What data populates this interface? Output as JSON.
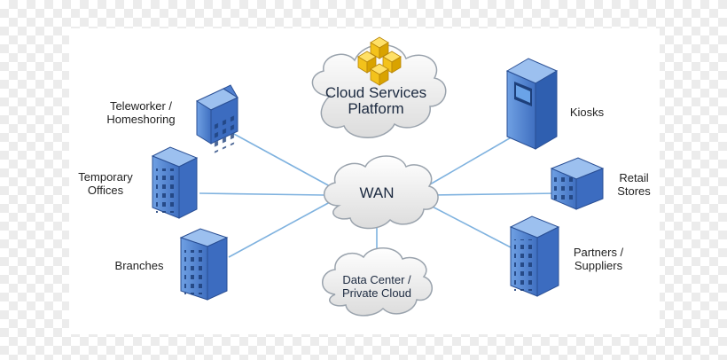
{
  "center": {
    "label": "WAN"
  },
  "top_cloud": {
    "label": "Cloud Services\nPlatform"
  },
  "bottom_cloud": {
    "label": "Data Center /\nPrivate Cloud"
  },
  "left_nodes": [
    {
      "label": "Teleworker /\nHomeshoring"
    },
    {
      "label": "Temporary\nOffices"
    },
    {
      "label": "Branches"
    }
  ],
  "right_nodes": [
    {
      "label": "Kiosks"
    },
    {
      "label": "Retail\nStores"
    },
    {
      "label": "Partners /\nSuppliers"
    }
  ],
  "colors": {
    "building": "#5b8fd6",
    "building_dark": "#2a4f94",
    "link": "#7fb2df",
    "cloud_stroke": "#9aa3ad",
    "cube": "#f3c21b"
  }
}
